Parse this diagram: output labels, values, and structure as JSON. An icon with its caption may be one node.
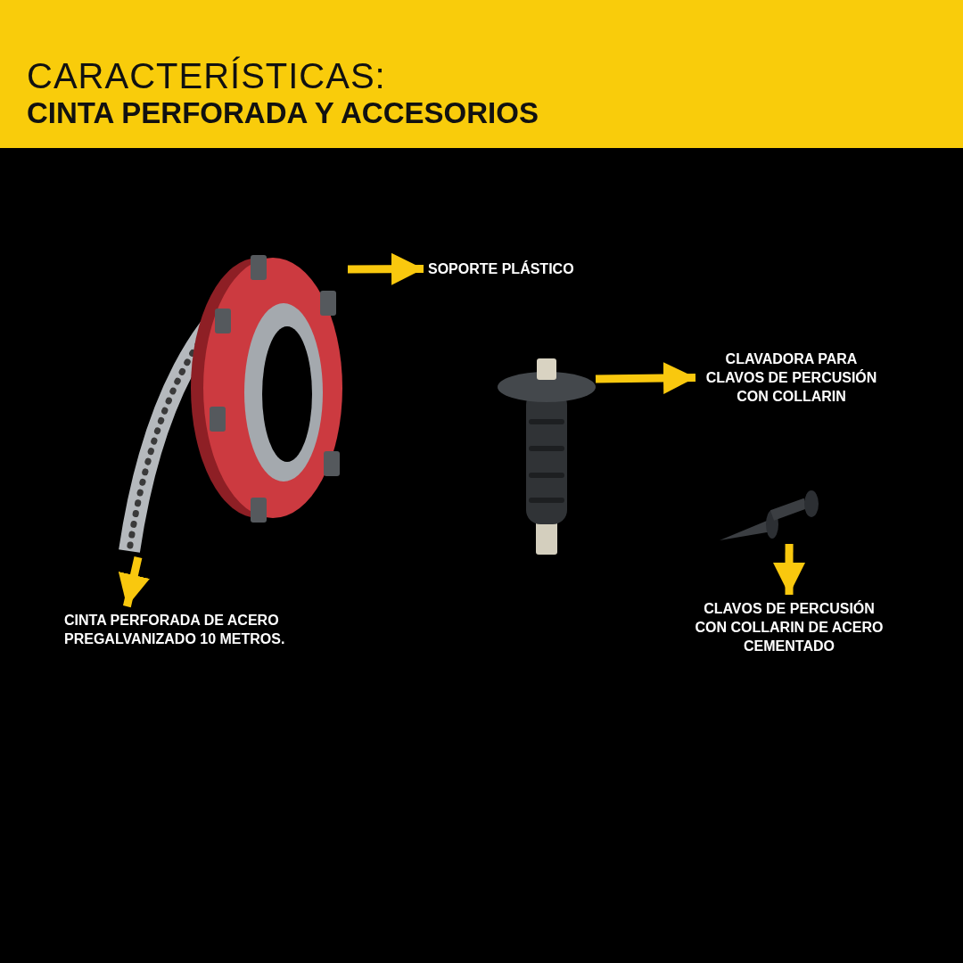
{
  "diagram": {
    "title": "CARACTERÍSTICAS:",
    "nodes": [
      {
        "text": [],
        "shape": "picture"
      },
      {
        "text": [
          "SOPORTE PLÁSTICO"
        ]
      },
      {
        "text": [
          "CINTA PERFORADA DE ACERO PREGALVANIZADO 10 METROS."
        ]
      },
      {
        "text": [],
        "shape": "picture"
      },
      {
        "text": [
          "CLAVADORA PARA CLAVOS DE PERCUSIÓN CON COLLARIN"
        ]
      },
      {
        "text": [],
        "shape": "picture"
      },
      {
        "text": [
          "CLAVOS DE PERCUSIÓN CON COLLARIN DE ACERO CEMENTADO"
        ]
      }
    ],
    "edges": [
      {
        "from": 0,
        "to": 1,
        "arrow": "to"
      },
      {
        "from": 0,
        "to": 2,
        "arrow": "to"
      },
      {
        "from": 3,
        "to": 4,
        "arrow": "to"
      },
      {
        "from": 5,
        "to": 6,
        "arrow": "to"
      }
    ],
    "labels": [
      "CINTA PERFORADA Y ACCESORIOS"
    ]
  }
}
